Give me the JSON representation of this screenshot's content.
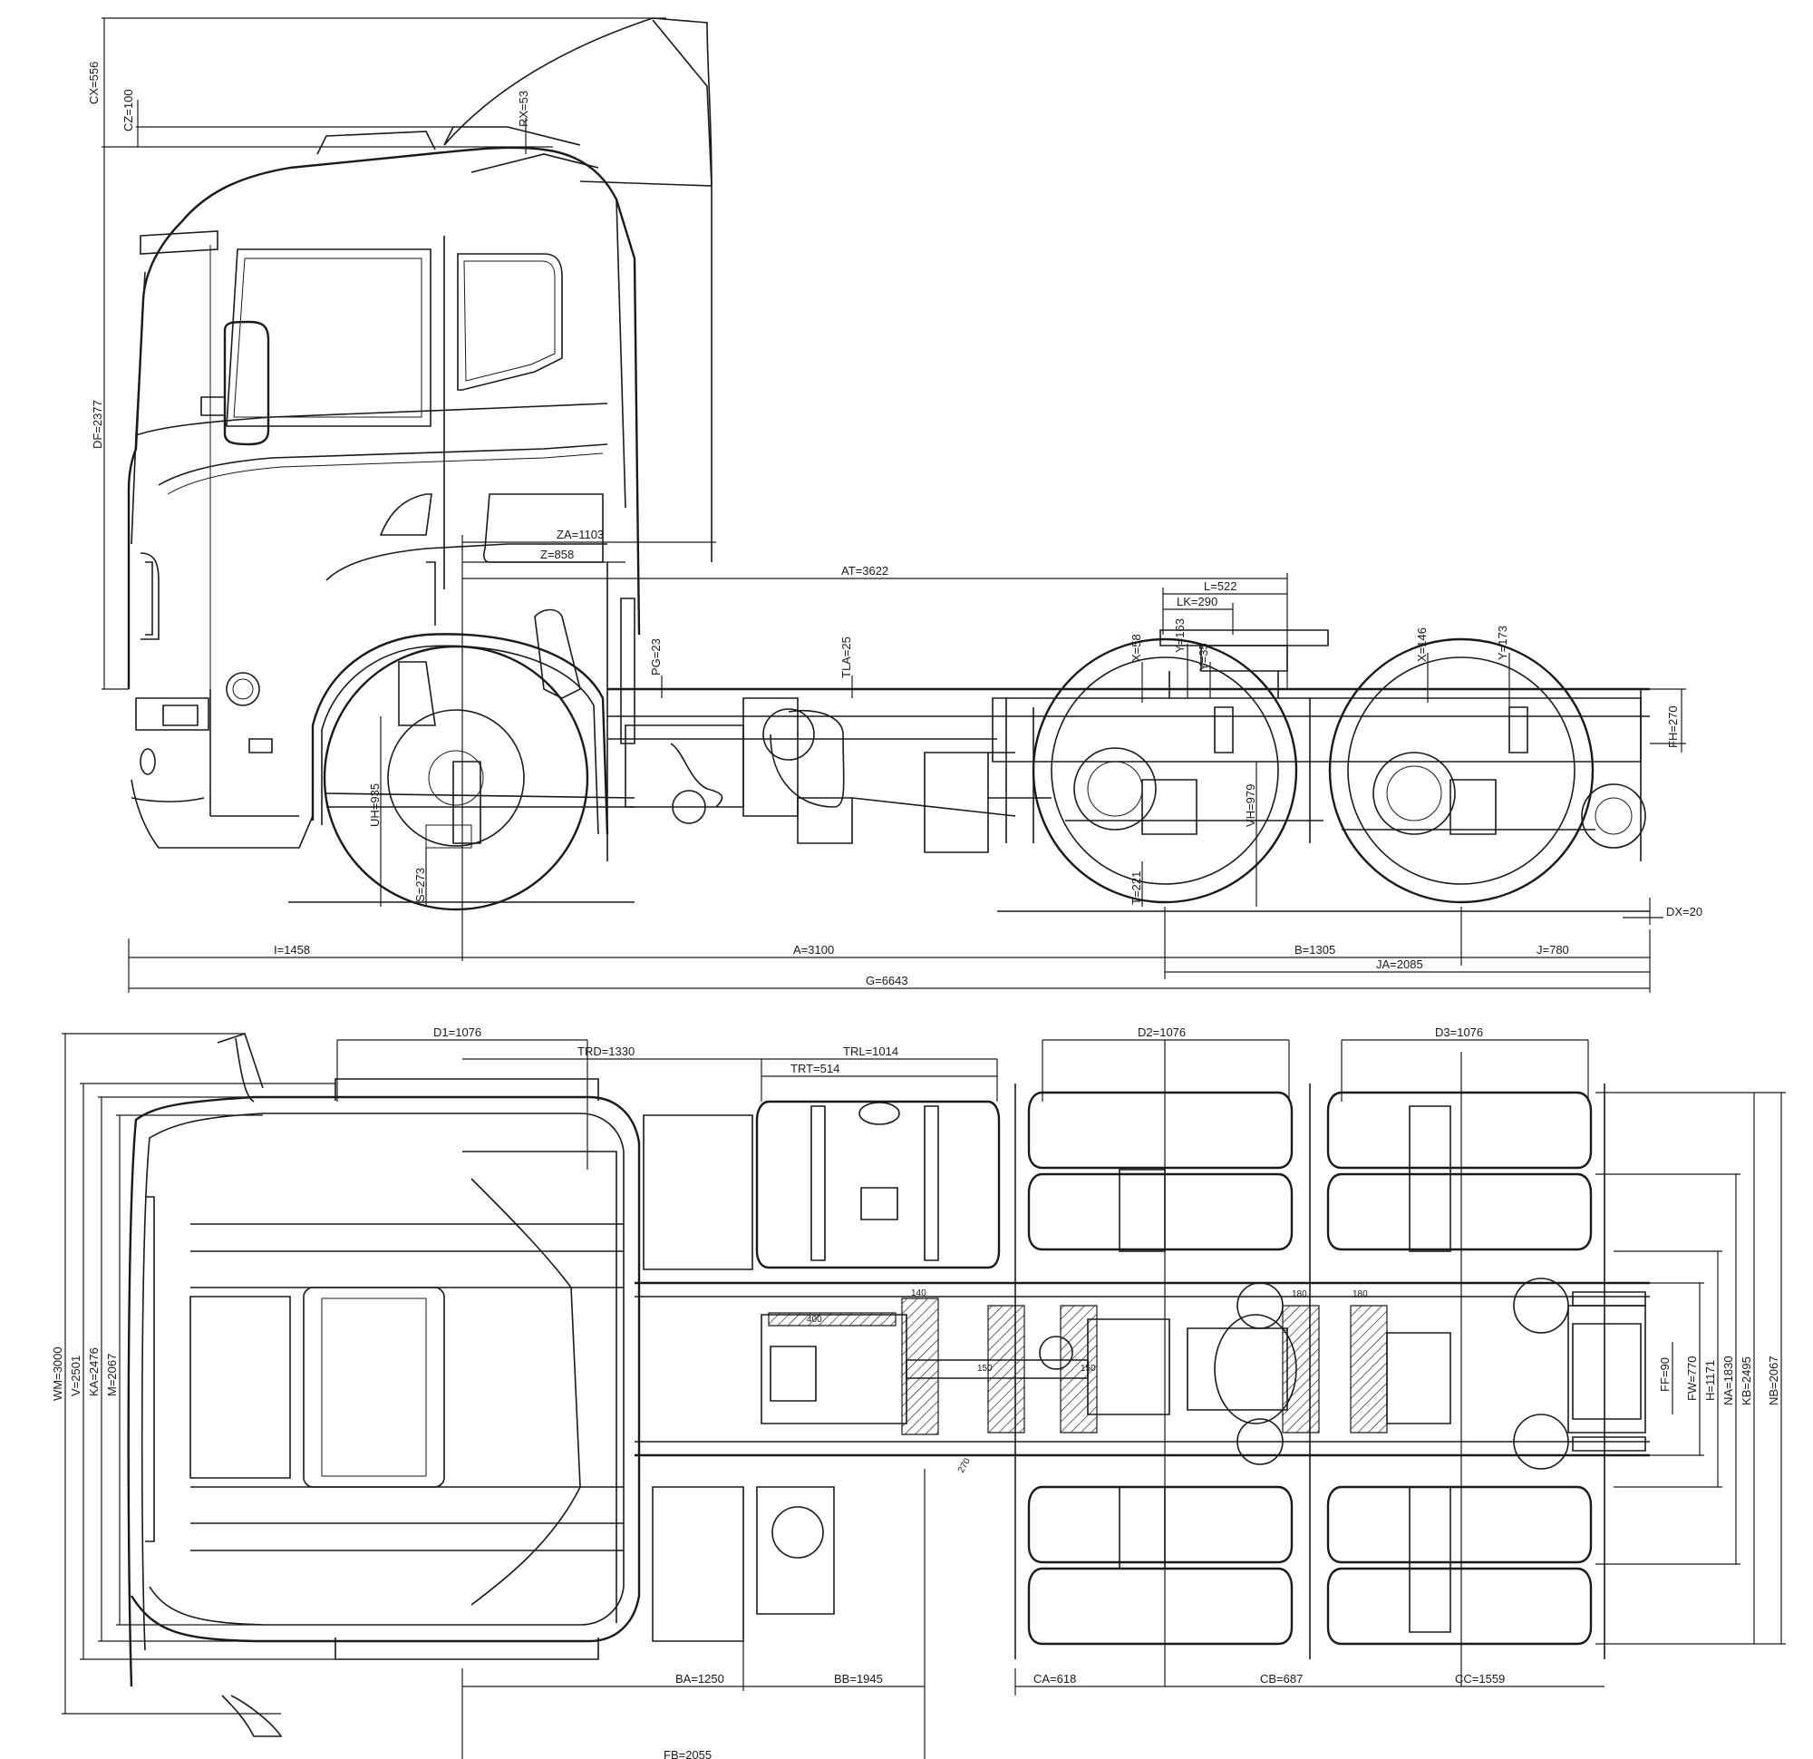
{
  "side_view": {
    "dims": {
      "CX": "CX=556",
      "CZ": "CZ=100",
      "RX": "RX=53",
      "DF": "DF=2377",
      "ZA": "ZA=1103",
      "Z": "Z=858",
      "AT": "AT=3622",
      "L": "L=522",
      "LK": "LK=290",
      "PG": "PG=23",
      "TLA": "TLA=25",
      "X1": "X=58",
      "Y1": "Y=163",
      "Y2": "Y=35",
      "X2": "X=146",
      "Y3": "Y=173",
      "FH": "FH=270",
      "UH": "UH=935",
      "VH": "VH=979",
      "S": "S=273",
      "T": "T=221",
      "DX": "DX=20",
      "I": "I=1458",
      "A": "A=3100",
      "B": "B=1305",
      "J": "J=780",
      "JA": "JA=2085",
      "G": "G=6643"
    }
  },
  "top_view": {
    "dims": {
      "D1": "D1=1076",
      "TRD": "TRD=1330",
      "TRT": "TRT=514",
      "TRL": "TRL=1014",
      "D2": "D2=1076",
      "D3": "D3=1076",
      "WM": "WM=3000",
      "V": "V=2501",
      "KA": "KA=2476",
      "M": "M=2067",
      "FF": "FF=90",
      "FW": "FW=770",
      "H": "H=1171",
      "NA": "NA=1830",
      "KB": "KB=2495",
      "NB": "NB=2067",
      "BA": "BA=1250",
      "BB": "BB=1945",
      "FB": "FB=2055",
      "CA": "CA=618",
      "CB": "CB=687",
      "CC": "CC=1559"
    },
    "hatch_labels": {
      "h400": "400",
      "h140": "140",
      "h150a": "150",
      "h150b": "150",
      "h180a": "180",
      "h180b": "180",
      "h270": "270"
    }
  }
}
